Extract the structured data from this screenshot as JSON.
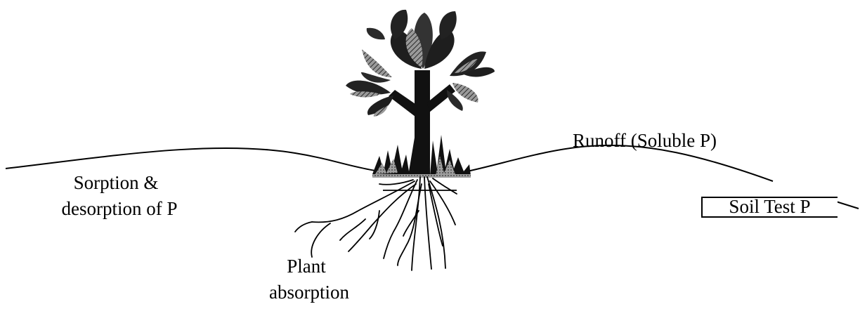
{
  "labels": {
    "runoff": "Runoff (Soluble P)",
    "sorption_line1": "Sorption &",
    "sorption_line2": "desorption of  P",
    "plant_line1": "Plant",
    "plant_line2": "absorption",
    "soil_test": "Soil Test P"
  },
  "icons": [
    "tree-icon"
  ],
  "colors": {
    "ink": "#000000",
    "leaf": "#2a2a2a",
    "grass_shade": "#8c8c8c",
    "background": "#ffffff"
  }
}
